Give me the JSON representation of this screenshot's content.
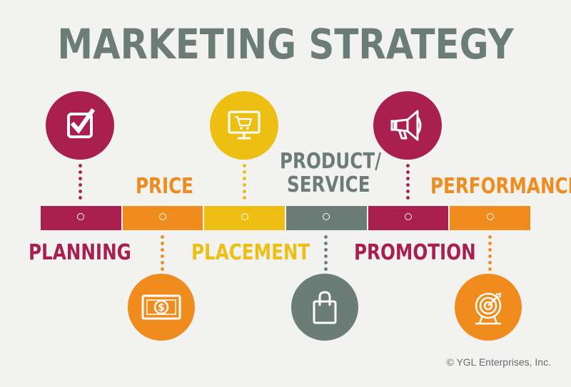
{
  "title": "MARKETING STRATEGY",
  "steps": [
    {
      "label": "PLANNING",
      "color": "#a91f4e",
      "icon": "checkbox-icon"
    },
    {
      "label": "PRICE",
      "color": "#f08c1e",
      "icon": "money-icon"
    },
    {
      "label": "PLACEMENT",
      "color": "#ecbf12",
      "icon": "computer-cart-icon"
    },
    {
      "label_line1": "PRODUCT/",
      "label_line2": "SERVICE",
      "color": "#6c7d78",
      "icon": "shopping-bag-icon"
    },
    {
      "label": "PROMOTION",
      "color": "#a91f4e",
      "icon": "megaphone-icon"
    },
    {
      "label": "PERFORMANCE",
      "color": "#f08c1e",
      "icon": "target-icon"
    }
  ],
  "copyright": "© YGL Enterprises, Inc."
}
